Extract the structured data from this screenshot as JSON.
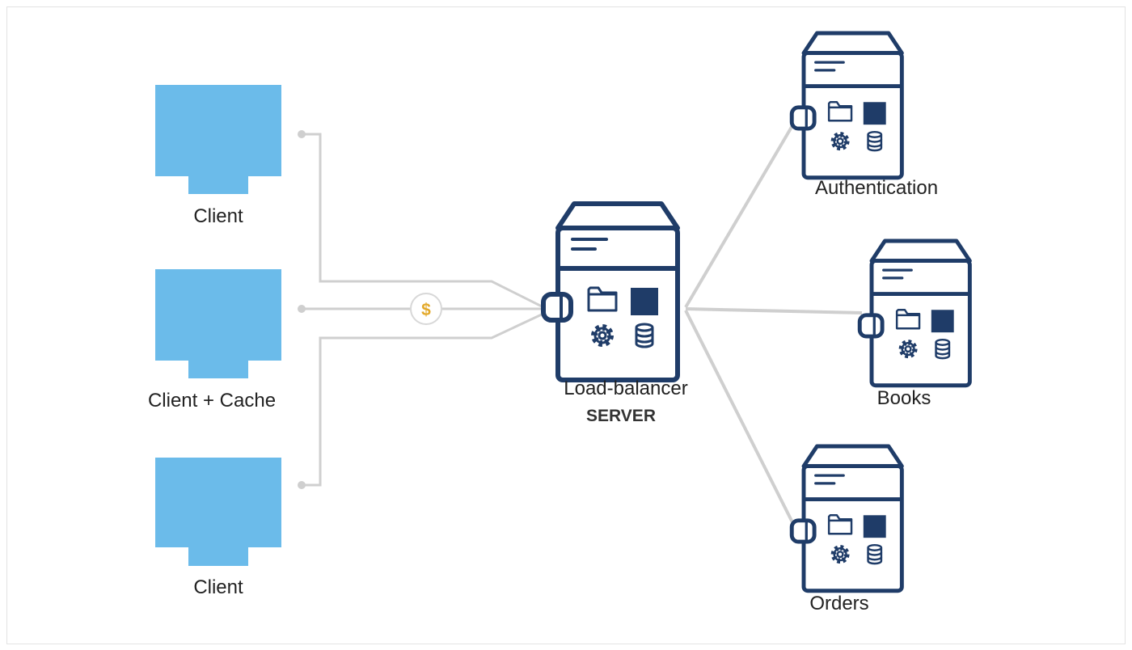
{
  "colors": {
    "client_fill": "#6bbbea",
    "server_stroke": "#1f3c68",
    "server_fill": "#ffffff",
    "connector": "#cfcfcf",
    "cache_badge": "#e3a92a"
  },
  "clients": [
    {
      "label": "Client"
    },
    {
      "label": "Client + Cache"
    },
    {
      "label": "Client"
    }
  ],
  "cache_badge": {
    "symbol": "$",
    "icon": "dollar-icon"
  },
  "load_balancer": {
    "label": "Load-balancer",
    "sublabel": "SERVER"
  },
  "services": [
    {
      "label": "Authentication"
    },
    {
      "label": "Books"
    },
    {
      "label": "Orders"
    }
  ],
  "server_icons": [
    "folder-icon",
    "square-icon",
    "gear-icon",
    "database-icon",
    "connector-port-icon"
  ]
}
